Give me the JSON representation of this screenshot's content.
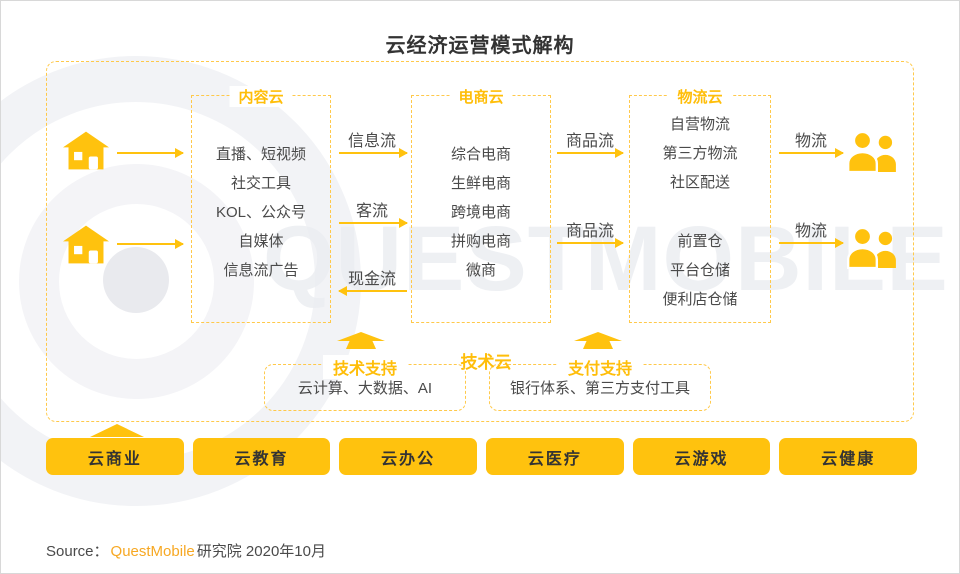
{
  "title": "云经济运营模式解构",
  "watermark": "QUESTMOBILE",
  "colors": {
    "accent": "#FFC20E",
    "dashed_border": "#FFC94A",
    "body_text": "#4A4A4A",
    "label_yellow": "#FFBE0A",
    "brand_orange": "#F7A823"
  },
  "icons": {
    "supplier": "house-icon",
    "consumer": "users-icon",
    "support": "block-up-arrow-icon",
    "frame_pointer": "triangle-up-icon"
  },
  "clouds": [
    {
      "label": "内容云",
      "items": [
        "直播、短视频",
        "社交工具",
        "KOL、公众号",
        "自媒体",
        "信息流广告"
      ]
    },
    {
      "label": "电商云",
      "items": [
        "综合电商",
        "生鲜电商",
        "跨境电商",
        "拼购电商",
        "微商"
      ]
    },
    {
      "label": "物流云",
      "groups": [
        [
          "自营物流",
          "第三方物流",
          "社区配送"
        ],
        [
          "前置仓",
          "平台仓储",
          "便利店仓储"
        ]
      ]
    }
  ],
  "flows": {
    "info": "信息流",
    "customer": "客流",
    "cash": "现金流",
    "goods_top": "商品流",
    "goods_bottom": "商品流",
    "logistics_top": "物流",
    "logistics_bottom": "物流"
  },
  "support": {
    "tech_cloud": "技术云",
    "tech": {
      "label": "技术支持",
      "content": "云计算、大数据、AI"
    },
    "payment": {
      "label": "支付支持",
      "content": "银行体系、第三方支付工具"
    }
  },
  "bottom_clouds": [
    "云商业",
    "云教育",
    "云办公",
    "云医疗",
    "云游戏",
    "云健康"
  ],
  "source": {
    "prefix": "Source：",
    "brand": "QuestMobile",
    "suffix": "研究院 2020年10月"
  }
}
